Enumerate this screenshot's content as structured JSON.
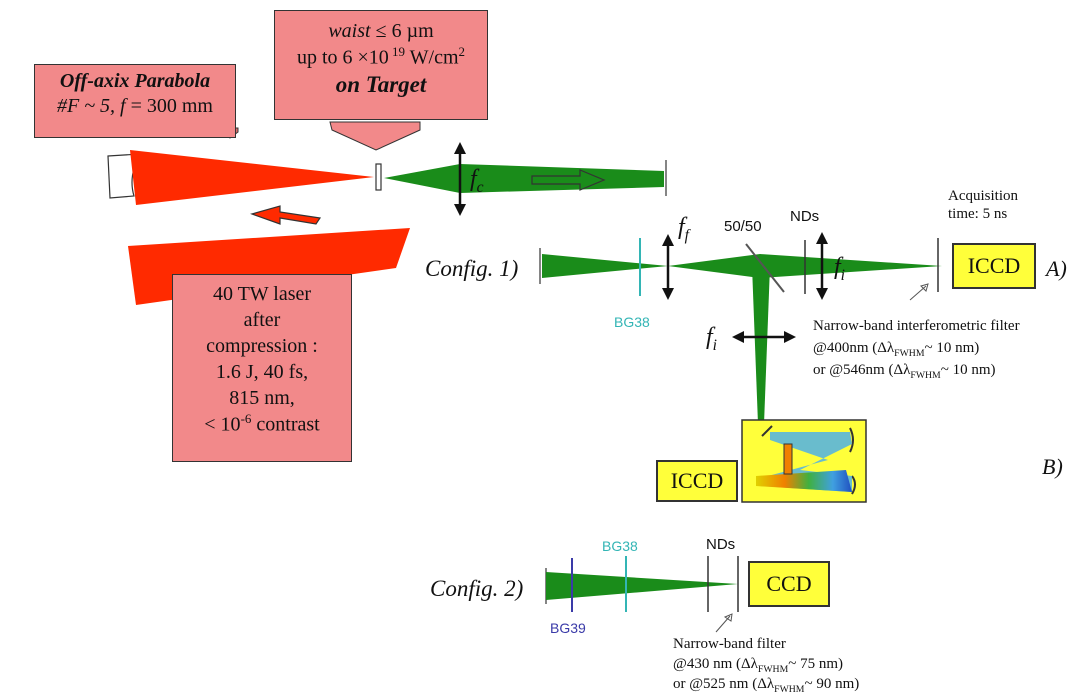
{
  "parabola_box": {
    "line1": "Off-axix Parabola",
    "line2_a": "#F ~ 5,",
    "line2_b": "f",
    "line2_c": " = 300 mm"
  },
  "target_box": {
    "line1_a": "waist",
    "line1_b": " ≤ 6 µm",
    "line2_a": "up to 6 ×10",
    "line2_exp": " 19",
    "line2_b": " W/cm",
    "line2_sq": "2",
    "line3": "on Target"
  },
  "laser_box": {
    "lines": [
      "40 TW laser",
      "after",
      "compression :",
      "1.6 J, 40 fs,",
      "815 nm,"
    ],
    "last_a": "< 10",
    "last_exp": "-6",
    "last_b": " contrast"
  },
  "lens_labels": {
    "fc": "f",
    "fc_sub": "c",
    "ff": "f",
    "ff_sub": "f",
    "fi1": "f",
    "fi1_sub": "i",
    "fi2": "f",
    "fi2_sub": "i"
  },
  "config1": {
    "label": "Config. 1)",
    "splitter": "50/50",
    "nds": "NDs",
    "filter": "BG38",
    "detector_top": "ICCD",
    "detector_bottom": "ICCD",
    "acquisition_1": "Acquisition",
    "acquisition_2": "time: 5 ns",
    "filter_note_1": "Narrow-band interferometric filter",
    "filter_note_2a": "@400nm (Δλ",
    "filter_note_2sub": "FWHM",
    "filter_note_2b": "~ 10 nm)",
    "filter_note_3a": "or @546nm (Δλ",
    "filter_note_3sub": "FWHM",
    "filter_note_3b": "~ 10 nm)",
    "side_a": "A)",
    "side_b": "B)"
  },
  "config2": {
    "label": "Config. 2)",
    "filter_bg38": "BG38",
    "filter_bg39": "BG39",
    "nds": "NDs",
    "detector": "CCD",
    "note_1": "Narrow-band filter",
    "note_2a": "@430 nm (Δλ",
    "note_2sub": "FWHM",
    "note_2b": "~ 75 nm)",
    "note_3a": "or @525 nm (Δλ",
    "note_3sub": "FWHM",
    "note_3b": "~ 90 nm)"
  },
  "colors": {
    "laser_red": "#ff2a00",
    "beam_green": "#1a8c1a",
    "callout_pink": "#f2898a",
    "detector_yellow": "#ffff3a",
    "bg38_cyan": "#33b5b5",
    "bg39_blue": "#3a3aa8"
  }
}
